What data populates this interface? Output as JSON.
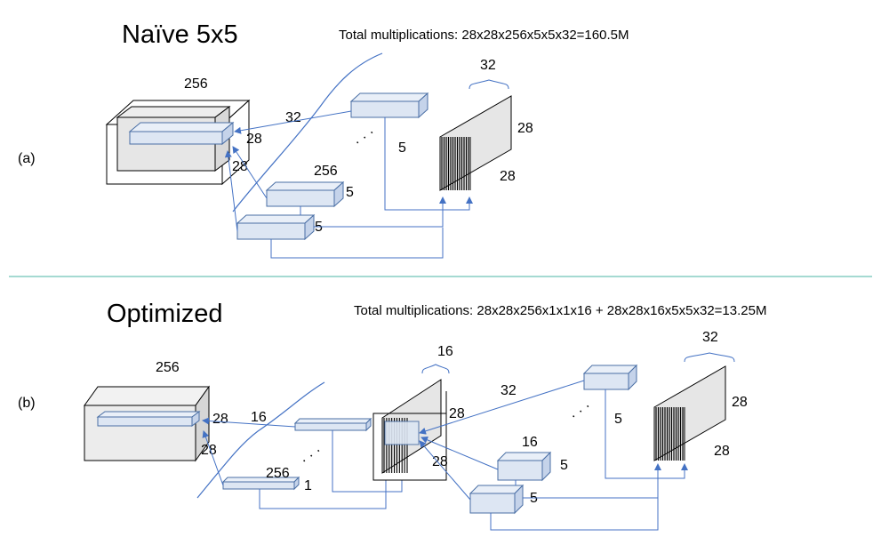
{
  "colors": {
    "box_fill": "#dde6f3",
    "box_stroke": "#4a6fa5",
    "arrow": "#4472c4",
    "divider": "#6fc3b8",
    "block_grey": "#e6e6e6"
  },
  "panel_a": {
    "title": "Naïve 5x5",
    "formula": "Total multiplications: 28x28x256x5x5x32=160.5M",
    "label": "(a)",
    "input": {
      "depth": "256",
      "height": "28",
      "width": "28"
    },
    "filter_count": "32",
    "filter_size": "5",
    "filter_depth": "256",
    "ellipsis": "·  ·  ·",
    "output": {
      "depth": "32",
      "height": "28",
      "width": "28"
    }
  },
  "panel_b": {
    "title": "Optimized",
    "formula": "Total multiplications: 28x28x256x1x1x16 + 28x28x16x5x5x32=13.25M",
    "label": "(b)",
    "input": {
      "depth": "256",
      "height": "28",
      "width": "28"
    },
    "reduce_count": "16",
    "reduce_depth": "256",
    "reduce_size": "1",
    "ellipsis": "·  ·  ·",
    "mid": {
      "depth": "16",
      "height": "28",
      "width": "28"
    },
    "filter_count": "32",
    "filter_depth": "16",
    "filter_size": "5",
    "output": {
      "depth": "32",
      "height": "28",
      "width": "28"
    }
  }
}
